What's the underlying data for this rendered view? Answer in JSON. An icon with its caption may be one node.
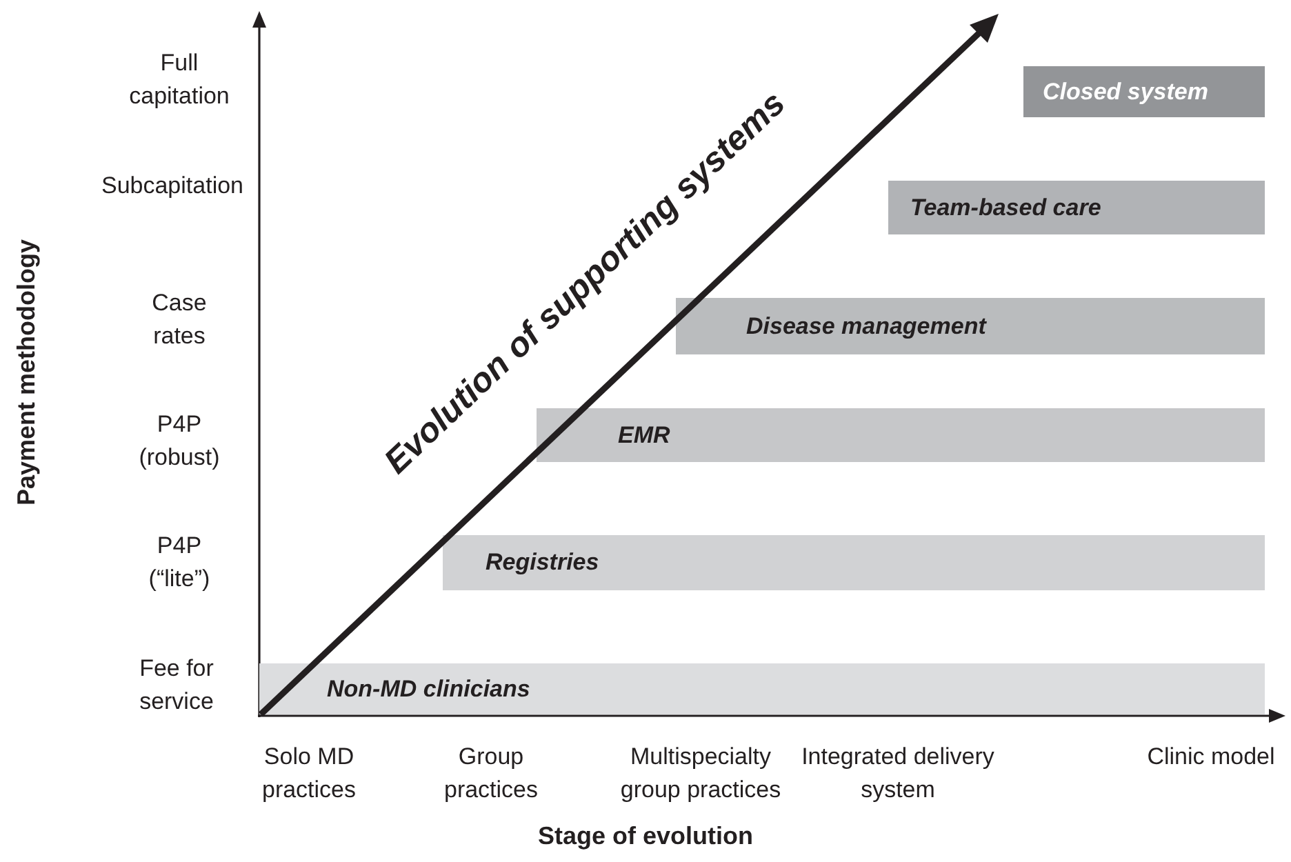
{
  "diagram": {
    "nodes": [
      {
        "text": [
          "Closed system"
        ]
      },
      {
        "text": [
          "Team-based care"
        ]
      },
      {
        "text": [
          "Disease management"
        ]
      },
      {
        "text": [
          "EMR"
        ]
      },
      {
        "text": [
          "Registries"
        ]
      },
      {
        "text": [
          "Non-MD clinicians"
        ]
      }
    ],
    "labels": [
      "Full capitation",
      "Subcapitation",
      "Case rates",
      "P4P (robust)",
      "P4P (“lite”)",
      "Fee for service",
      "Payment methodology",
      "Evolution of supporting systems",
      "Solo MD practices",
      "Group practices",
      "Multispecialty group practices",
      "Integrated delivery system",
      "Clinic model",
      "Stage of evolution"
    ]
  }
}
